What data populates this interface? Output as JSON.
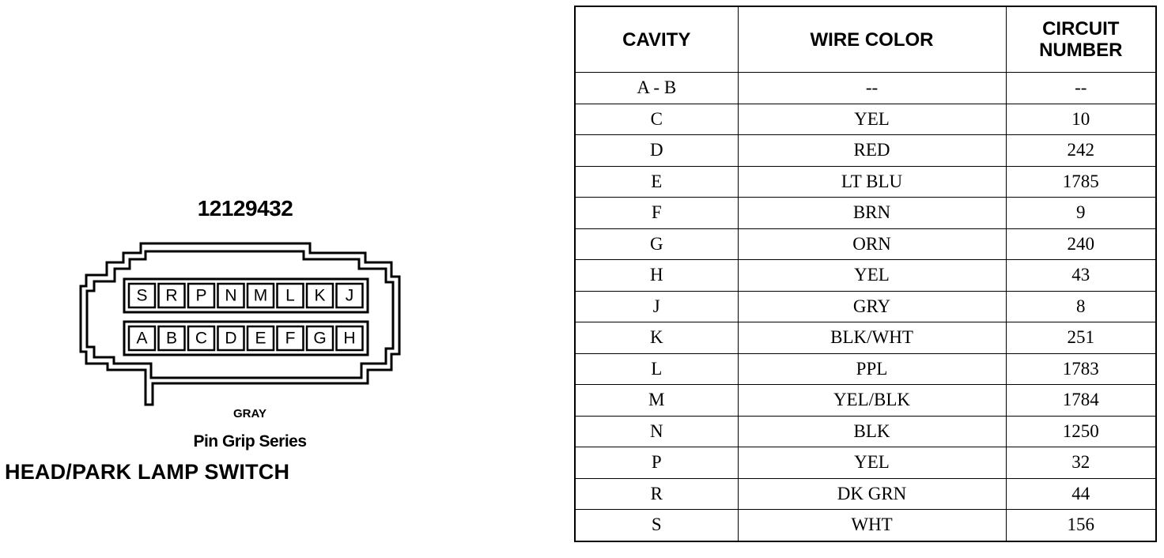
{
  "connector": {
    "part_number": "12129432",
    "color": "GRAY",
    "series": "Pin Grip Series",
    "title": "HEAD/PARK LAMP SWITCH",
    "top_row_pins": [
      "S",
      "R",
      "P",
      "N",
      "M",
      "L",
      "K",
      "J"
    ],
    "bottom_row_pins": [
      "A",
      "B",
      "C",
      "D",
      "E",
      "F",
      "G",
      "H"
    ]
  },
  "table": {
    "headers": {
      "cavity": "CAVITY",
      "wire_color": "WIRE COLOR",
      "circuit_line1": "CIRCUIT",
      "circuit_line2": "NUMBER"
    },
    "rows": [
      {
        "cavity": "A - B",
        "wire_color": "--",
        "circuit": "--"
      },
      {
        "cavity": "C",
        "wire_color": "YEL",
        "circuit": "10"
      },
      {
        "cavity": "D",
        "wire_color": "RED",
        "circuit": "242"
      },
      {
        "cavity": "E",
        "wire_color": "LT BLU",
        "circuit": "1785"
      },
      {
        "cavity": "F",
        "wire_color": "BRN",
        "circuit": "9"
      },
      {
        "cavity": "G",
        "wire_color": "ORN",
        "circuit": "240"
      },
      {
        "cavity": "H",
        "wire_color": "YEL",
        "circuit": "43"
      },
      {
        "cavity": "J",
        "wire_color": "GRY",
        "circuit": "8"
      },
      {
        "cavity": "K",
        "wire_color": "BLK/WHT",
        "circuit": "251"
      },
      {
        "cavity": "L",
        "wire_color": "PPL",
        "circuit": "1783"
      },
      {
        "cavity": "M",
        "wire_color": "YEL/BLK",
        "circuit": "1784"
      },
      {
        "cavity": "N",
        "wire_color": "BLK",
        "circuit": "1250"
      },
      {
        "cavity": "P",
        "wire_color": "YEL",
        "circuit": "32"
      },
      {
        "cavity": "R",
        "wire_color": "DK GRN",
        "circuit": "44"
      },
      {
        "cavity": "S",
        "wire_color": "WHT",
        "circuit": "156"
      }
    ]
  }
}
